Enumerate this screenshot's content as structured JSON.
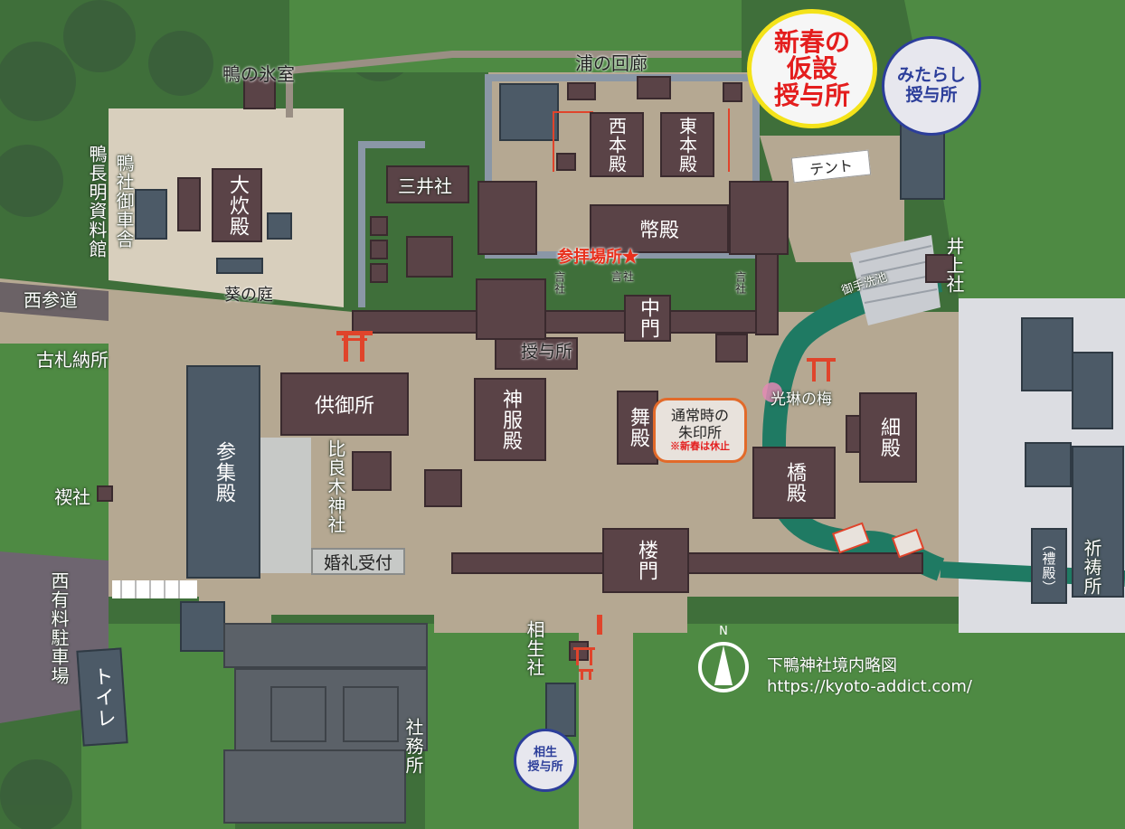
{
  "title": "下鴨神社境内略図",
  "url": "https://kyoto-addict.com/",
  "compass": "N",
  "callouts": {
    "new_year_line1": "新春の",
    "new_year_line2": "仮設",
    "new_year_line3": "授与所",
    "mitarashi_line1": "みたらし",
    "mitarashi_line2": "授与所",
    "aioi_line1": "相生",
    "aioi_line2": "授与所",
    "shuin_line1": "通常時の",
    "shuin_line2": "朱印所",
    "shuin_note": "※新春は休止",
    "tent": "テント",
    "worship_spot": "参拝場所★"
  },
  "labels": {
    "kamo_himuro": "鴨の氷室",
    "ura_kairo": "浦の回廊",
    "kamo_chomei": "鴨長明資料館",
    "kamo_gosha": "鴨社御車舎",
    "oidono": "大炊殿",
    "aoi_niwa": "葵の庭",
    "nishi_sando": "西参道",
    "furufuda": "古札納所",
    "mitsui": "三井社",
    "nishi_honden": "西本殿",
    "higashi_honden": "東本殿",
    "heiden": "幣殿",
    "chumon": "中門",
    "gensha": "言社",
    "juyosho": "授与所",
    "kugosho": "供御所",
    "shinpuku": "神服殿",
    "maidono": "舞殿",
    "kourin": "光琳の梅",
    "hosodono": "細殿",
    "hashidono": "橋殿",
    "mitarashi_ike": "御手洗池",
    "inoue": "井上社",
    "sanshuden": "参集殿",
    "hiragi": "比良木神社",
    "misogi": "禊社",
    "konrei": "婚礼受付",
    "romon": "楼門",
    "kitoujo": "祈祷所",
    "raiden": "（禮殿）",
    "parking": "西有料駐車場",
    "toilet": "トイレ",
    "aioi": "相生社",
    "shamusho": "社務所"
  },
  "colors": {
    "forest": "#3f6f3a",
    "ground": "#b5a892",
    "building": "#5a4347",
    "building_blue": "#4c5a67",
    "pond": "#1f7a63",
    "torii": "#e0442b",
    "accent_red": "#e41e1e",
    "accent_blue": "#2c3e9a",
    "accent_yellow": "#f4e31a"
  }
}
